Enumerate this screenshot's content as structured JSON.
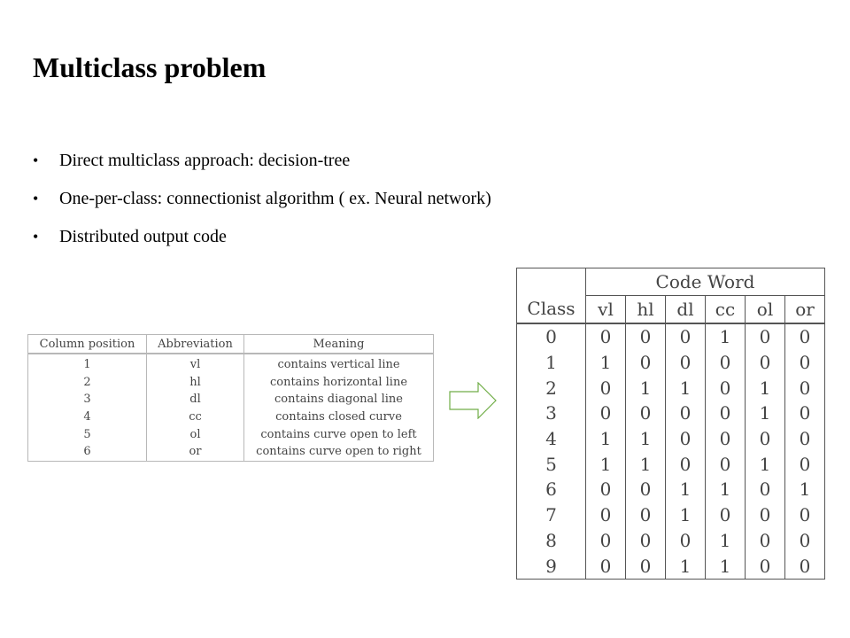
{
  "slide": {
    "title": "Multiclass problem",
    "bullets": [
      "Direct multiclass approach: decision-tree",
      "One-per-class: connectionist algorithm ( ex. Neural network)",
      "Distributed output code"
    ]
  },
  "features_table": {
    "headers": [
      "Column position",
      "Abbreviation",
      "Meaning"
    ],
    "rows": [
      [
        "1",
        "vl",
        "contains vertical line"
      ],
      [
        "2",
        "hl",
        "contains horizontal line"
      ],
      [
        "3",
        "dl",
        "contains diagonal line"
      ],
      [
        "4",
        "cc",
        "contains closed curve"
      ],
      [
        "5",
        "ol",
        "contains curve open to left"
      ],
      [
        "6",
        "or",
        "contains curve open to right"
      ]
    ]
  },
  "arrow": {
    "icon": "right-arrow-icon",
    "color": "#70ad47"
  },
  "code_table": {
    "group_header": "Code Word",
    "class_header": "Class",
    "columns": [
      "vl",
      "hl",
      "dl",
      "cc",
      "ol",
      "or"
    ],
    "rows": [
      [
        "0",
        "0",
        "0",
        "0",
        "1",
        "0",
        "0"
      ],
      [
        "1",
        "1",
        "0",
        "0",
        "0",
        "0",
        "0"
      ],
      [
        "2",
        "0",
        "1",
        "1",
        "0",
        "1",
        "0"
      ],
      [
        "3",
        "0",
        "0",
        "0",
        "0",
        "1",
        "0"
      ],
      [
        "4",
        "1",
        "1",
        "0",
        "0",
        "0",
        "0"
      ],
      [
        "5",
        "1",
        "1",
        "0",
        "0",
        "1",
        "0"
      ],
      [
        "6",
        "0",
        "0",
        "1",
        "1",
        "0",
        "1"
      ],
      [
        "7",
        "0",
        "0",
        "1",
        "0",
        "0",
        "0"
      ],
      [
        "8",
        "0",
        "0",
        "0",
        "1",
        "0",
        "0"
      ],
      [
        "9",
        "0",
        "0",
        "1",
        "1",
        "0",
        "0"
      ]
    ]
  }
}
